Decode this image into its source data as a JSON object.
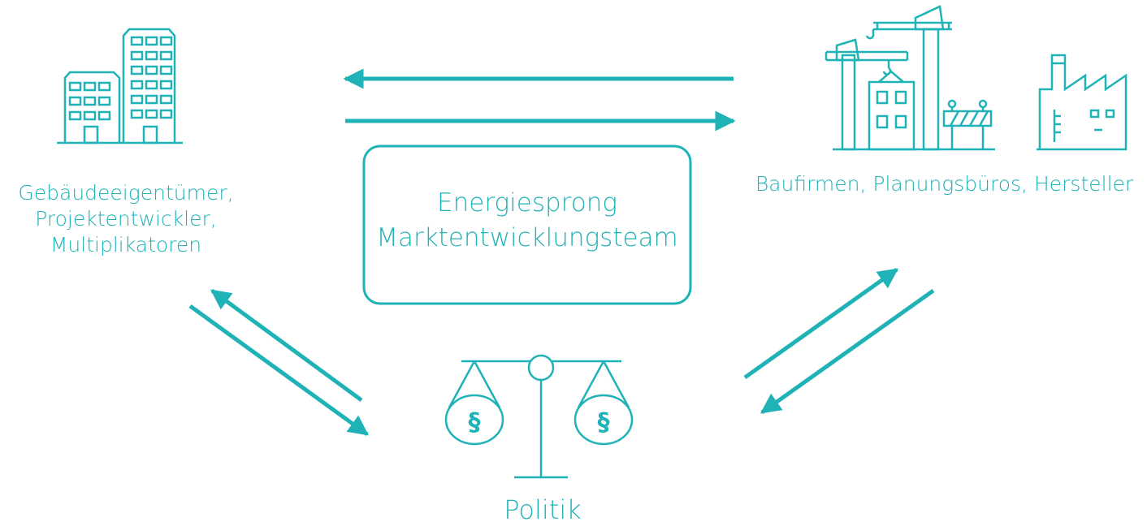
{
  "colors": {
    "accent": "#1FB2B6"
  },
  "left_group": {
    "icon": "office-buildings-icon",
    "lines": [
      "Gebäudeeigentümer,",
      "Projektentwickler,",
      "Multiplikatoren"
    ]
  },
  "right_group": {
    "icons": [
      "construction-cranes-icon",
      "road-barrier-icon",
      "factory-icon"
    ],
    "label": "Baufirmen, Planungsbüros, Hersteller"
  },
  "center_box": {
    "lines": [
      "Energiesprong",
      "Marktentwicklungsteam"
    ]
  },
  "bottom_group": {
    "icon": "scales-of-justice-icon",
    "pan_symbol": "§",
    "label": "Politik"
  }
}
